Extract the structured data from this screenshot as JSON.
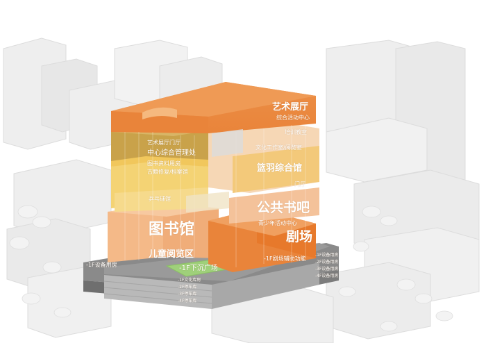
{
  "labels": {
    "art_hall": "艺术展厅",
    "art_hall_lobby": "艺术展厅门厅",
    "activity_center": "综合活动中心",
    "training_room": "培训教室",
    "culture_center": "文化工作室/阅览室",
    "mgmt_office": "中心综合管理处",
    "archive_dept": "图书资料用房",
    "reading_room": "古籍修复/档案馆",
    "badminton": "篮羽综合馆",
    "lobby": "门厅",
    "pingpong": "乒乓球馆",
    "public_bar": "公共书吧",
    "youth_center": "青少年活动中心",
    "library": "图书馆",
    "theater": "剧场",
    "kids_reading": "儿童阅览区",
    "b1_equipment_left": "-1F设备用房",
    "b1_sunken_plaza": "-1F下沉广场",
    "b1_theater_support": "-1F剧场辅助功能",
    "b1_storage": "-1F文化库房",
    "b2_parking": "-2F停车库",
    "b3_parking": "-3F停车库",
    "b4_parking": "-4F停车库",
    "right_b1": "-1F设备用房",
    "right_b2": "-2F设备用房",
    "right_b3": "-3F设备用房",
    "right_b4": "-4F设备用房"
  },
  "colors": {
    "orange_dark": "#e9843a",
    "orange_light": "#f3b785",
    "yellow": "#f1c75c",
    "olive": "#c9a24a",
    "peach": "#f6d7b5",
    "green": "#9fd07a",
    "grey_base": "#8e8e8e",
    "context": "#e8e8e8"
  }
}
